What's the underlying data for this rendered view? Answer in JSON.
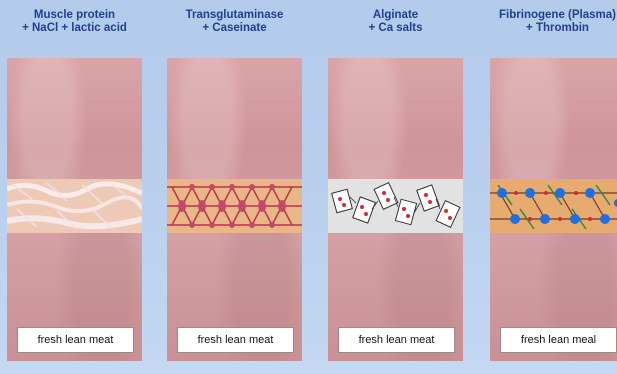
{
  "panels": [
    {
      "title_line1": "Muscle protein",
      "title_line2": "+ NaCl + lactic acid",
      "label": "fresh lean meat",
      "binder": "muscle-protein"
    },
    {
      "title_line1": "Transglutaminase",
      "title_line2": "+ Caseinate",
      "label": "fresh lean meat",
      "binder": "transglutaminase"
    },
    {
      "title_line1": "Alginate",
      "title_line2": "+ Ca salts",
      "label": "fresh lean meat",
      "binder": "alginate"
    },
    {
      "title_line1": "Fibrinogene (Plasma)",
      "title_line2": "+ Thrombin",
      "label": "fresh lean meal",
      "binder": "fibrinogen"
    }
  ],
  "colors": {
    "title": "#1f3f8f",
    "meat": "#d4a0a4",
    "junction_orange": "#e8b07e",
    "network_red": "#b8334a",
    "alginate_red": "#e0262e",
    "fibrin_blue": "#1e6fe0"
  }
}
